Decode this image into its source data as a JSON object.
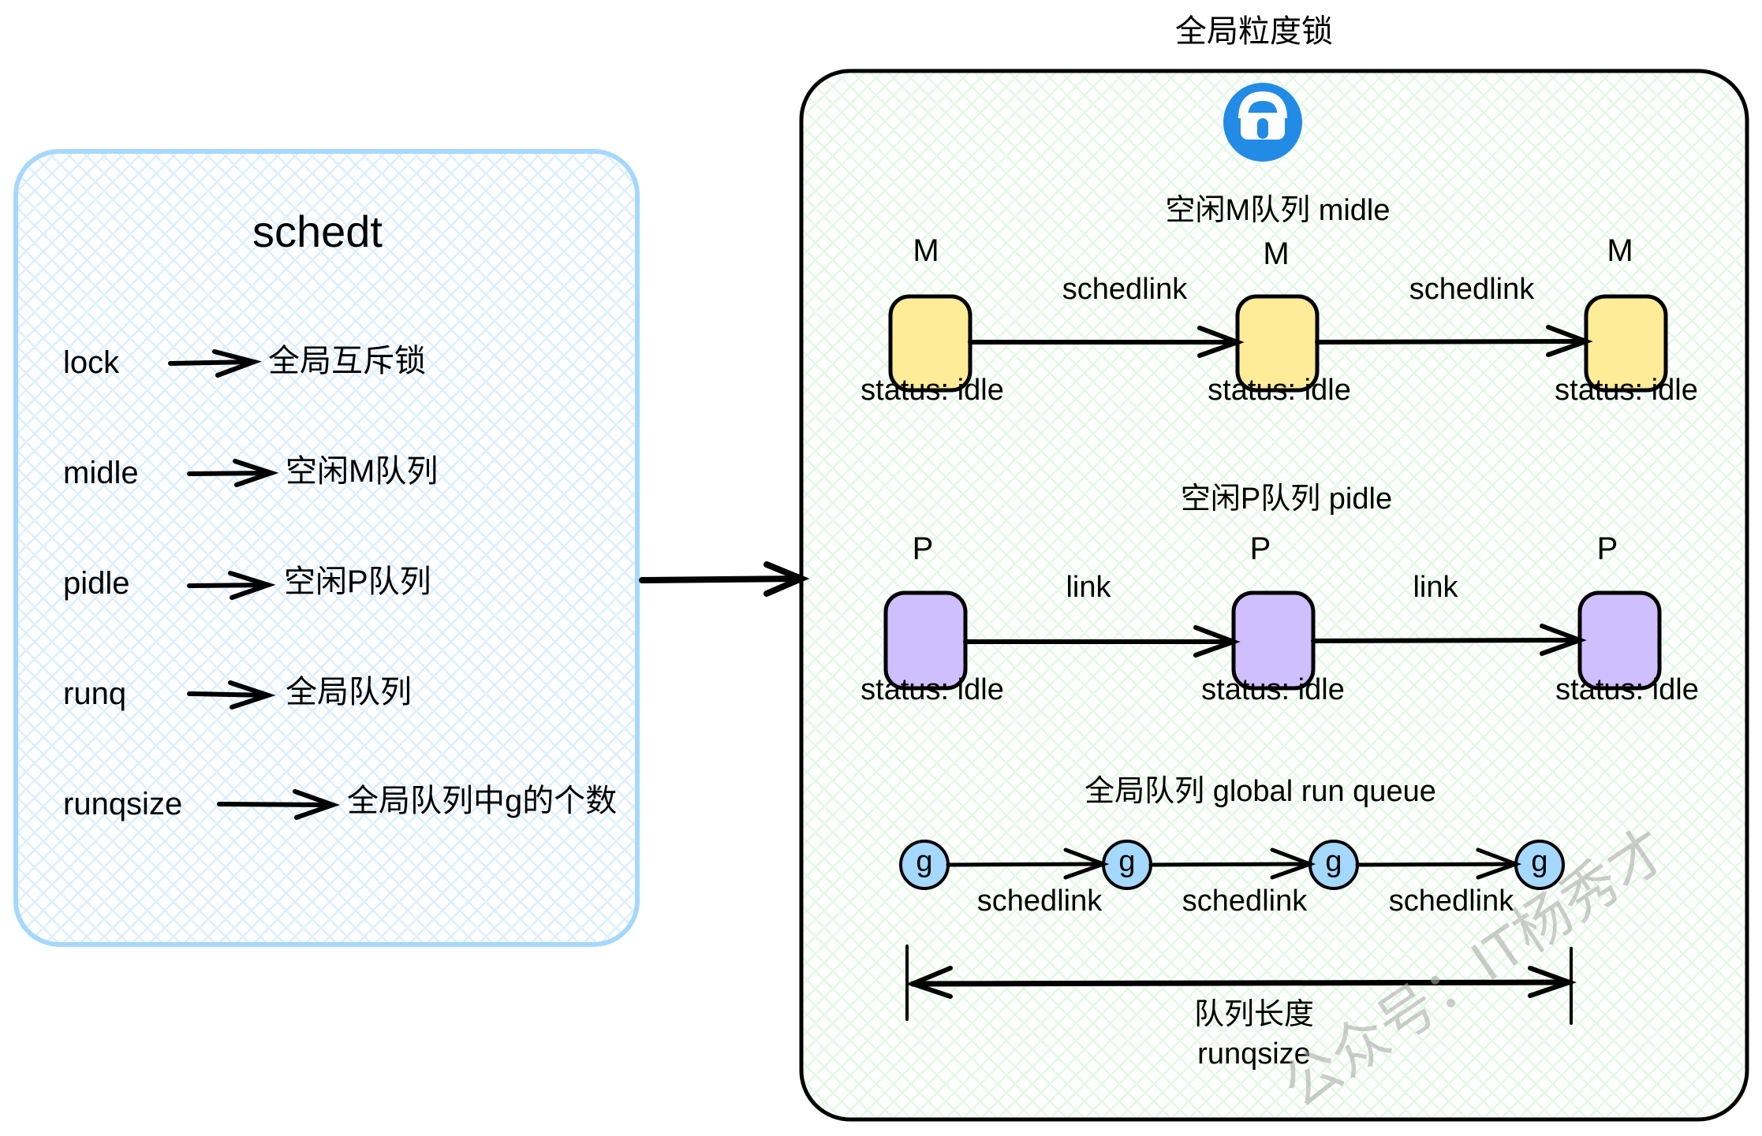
{
  "title": "全局粒度锁",
  "colors": {
    "schedt_border": "#a5d8ff",
    "schedt_hatch": "#d6eeff",
    "lock_panel_border": "#000000",
    "lock_panel_hatch": "#d9f5dc",
    "m_node_fill": "#ffec99",
    "p_node_fill": "#d0bfff",
    "g_node_fill": "#a5d8ff",
    "lock_icon": "#228be6"
  },
  "schedt": {
    "title": "schedt",
    "fields": [
      {
        "name": "lock",
        "desc": "全局互斥锁"
      },
      {
        "name": "midle",
        "desc": "空闲M队列"
      },
      {
        "name": "pidle",
        "desc": "空闲P队列"
      },
      {
        "name": "runq",
        "desc": "全局队列"
      },
      {
        "name": "runqsize",
        "desc": "全局队列中g的个数"
      }
    ]
  },
  "lock_panel": {
    "icon": "lock-icon",
    "midle": {
      "heading": "空闲M队列 midle",
      "nodes": [
        {
          "label": "M",
          "status": "status: idle"
        },
        {
          "label": "M",
          "status": "status: idle"
        },
        {
          "label": "M",
          "status": "status: idle"
        }
      ],
      "links": [
        "schedlink",
        "schedlink"
      ]
    },
    "pidle": {
      "heading": "空闲P队列 pidle",
      "nodes": [
        {
          "label": "P",
          "status": "status: idle"
        },
        {
          "label": "P",
          "status": "status: idle"
        },
        {
          "label": "P",
          "status": "status: idle"
        }
      ],
      "links": [
        "link",
        "link"
      ]
    },
    "runq": {
      "heading": "全局队列 global run queue",
      "nodes": [
        {
          "label": "g"
        },
        {
          "label": "g"
        },
        {
          "label": "g"
        },
        {
          "label": "g"
        }
      ],
      "links": [
        "schedlink",
        "schedlink",
        "schedlink"
      ],
      "length_label": "队列长度",
      "length_field": "runqsize"
    }
  },
  "watermark": "公众号：IT杨秀才"
}
